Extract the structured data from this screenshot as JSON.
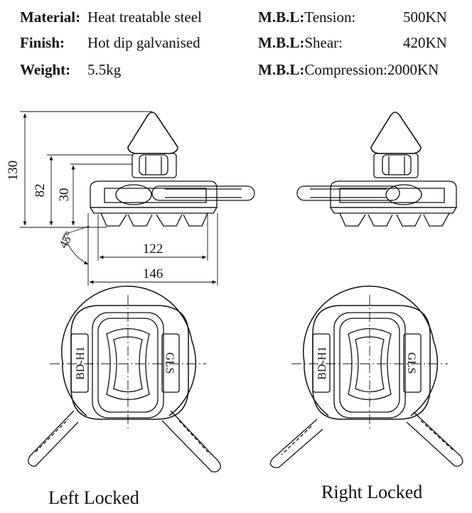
{
  "specs_left": [
    {
      "key": "Material:",
      "value": "Heat treatable steel"
    },
    {
      "key": "Finish:",
      "value": "Hot dip galvanised"
    },
    {
      "key": "Weight:",
      "value": "5.5kg"
    }
  ],
  "specs_right": [
    {
      "key": "M.B.L:",
      "label": "Tension:",
      "value": "500KN"
    },
    {
      "key": "M.B.L:",
      "label": "Shear:",
      "value": "420KN"
    },
    {
      "key": "M.B.L:",
      "label": "Compression:",
      "value": "2000KN"
    }
  ],
  "dimensions": {
    "height_total": "130",
    "height_mid": "82",
    "height_low": "30",
    "angle": "45°",
    "width_inner": "122",
    "width_outer": "146"
  },
  "plate_labels": {
    "left": "BD-H1",
    "right": "GLS"
  },
  "captions": {
    "left": "Left Locked",
    "right": "Right Locked"
  }
}
